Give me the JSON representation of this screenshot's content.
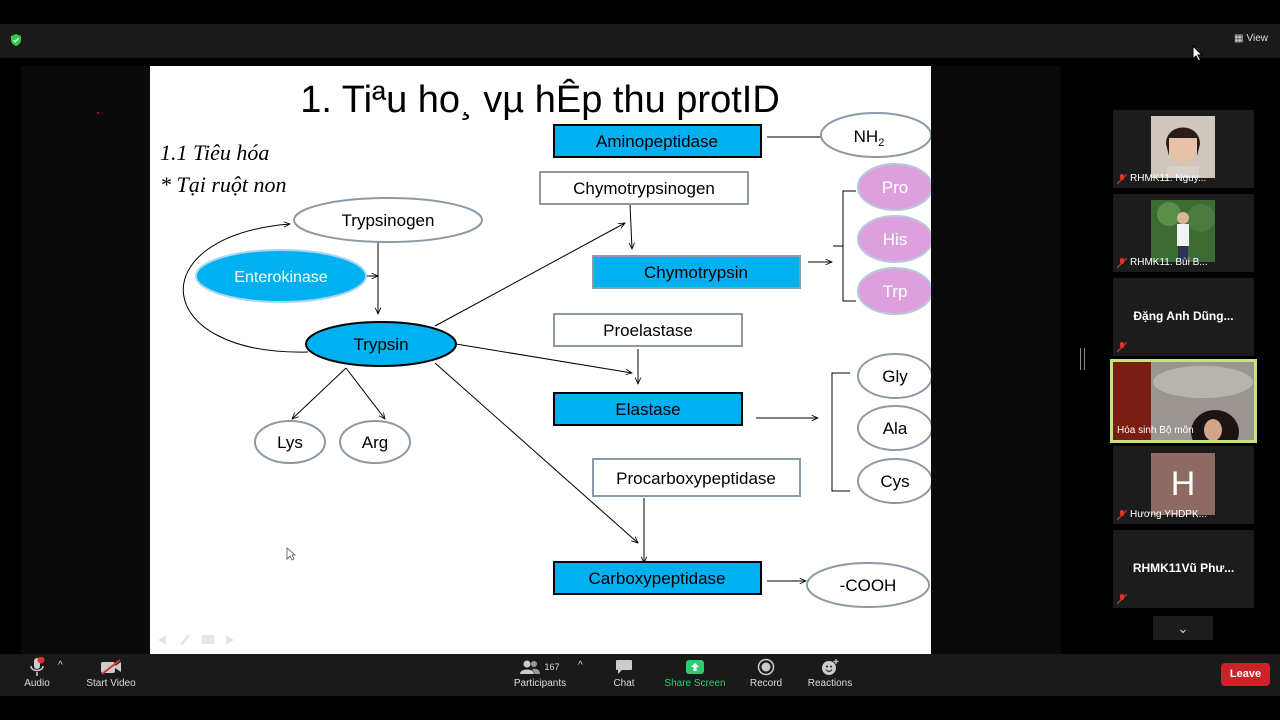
{
  "view_label": "View",
  "slide": {
    "title": "1. Tiªu ho¸ vµ hÊp thu protID",
    "subtitle_1": "1.1 Tiêu hóa",
    "subtitle_2": "* Tại ruột non",
    "nodes": {
      "trypsinogen": "Trypsinogen",
      "enterokinase": "Enterokinase",
      "trypsin": "Trypsin",
      "lys": "Lys",
      "arg": "Arg",
      "aminopeptidase": "Aminopeptidase",
      "nh2": "NH",
      "nh2_sub": "2",
      "chymotrypsinogen": "Chymotrypsinogen",
      "chymotrypsin": "Chymotrypsin",
      "pro": "Pro",
      "his": "His",
      "trp": "Trp",
      "proelastase": "Proelastase",
      "elastase": "Elastase",
      "gly": "Gly",
      "ala": "Ala",
      "cys": "Cys",
      "procarboxypeptidase": "Procarboxypeptidase",
      "carboxypeptidase": "Carboxypeptidase",
      "cooh": "-COOH"
    },
    "colors": {
      "cyan": "#00b0f0",
      "pink": "#dda0dd",
      "outline": "#7f8f9f"
    }
  },
  "participants": [
    {
      "name": "RHMK11. Nguy...",
      "type": "photo"
    },
    {
      "name": "RHMK11. Bùi B...",
      "type": "photo"
    },
    {
      "name": "Đặng Anh Dũng...",
      "type": "name-only"
    },
    {
      "name": "Hóa sinh Bộ môn",
      "type": "active-video"
    },
    {
      "name": "Hương YHDPK...",
      "type": "avatar",
      "initial": "H"
    },
    {
      "name": "RHMK11Vũ Phư...",
      "type": "name-only"
    }
  ],
  "toolbar": {
    "audio": "Audio",
    "start_video": "Start Video",
    "participants": "Participants",
    "participant_count": "167",
    "chat": "Chat",
    "share_screen": "Share Screen",
    "record": "Record",
    "reactions": "Reactions",
    "leave": "Leave"
  }
}
